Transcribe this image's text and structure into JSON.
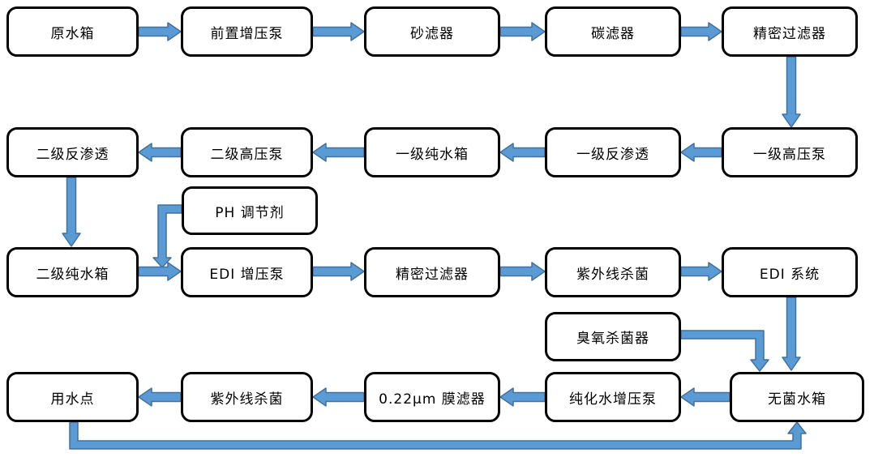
{
  "diagram": {
    "type": "flowchart",
    "description": "Water purification process flow",
    "nodes": [
      {
        "id": "raw-water-tank",
        "label": "原水箱"
      },
      {
        "id": "pre-booster-pump",
        "label": "前置增压泵"
      },
      {
        "id": "sand-filter",
        "label": "砂滤器"
      },
      {
        "id": "carbon-filter",
        "label": "碳滤器"
      },
      {
        "id": "precision-filter-1",
        "label": "精密过滤器"
      },
      {
        "id": "stage2-ro",
        "label": "二级反渗透"
      },
      {
        "id": "stage2-hp-pump",
        "label": "二级高压泵"
      },
      {
        "id": "stage1-pure-tank",
        "label": "一级纯水箱"
      },
      {
        "id": "stage1-ro",
        "label": "一级反渗透"
      },
      {
        "id": "stage1-hp-pump",
        "label": "一级高压泵"
      },
      {
        "id": "ph-adjuster",
        "label": "PH 调节剂"
      },
      {
        "id": "stage2-pure-tank",
        "label": "二级纯水箱"
      },
      {
        "id": "edi-booster-pump",
        "label": "EDI 增压泵"
      },
      {
        "id": "precision-filter-2",
        "label": "精密过滤器"
      },
      {
        "id": "uv-sterilizer-1",
        "label": "紫外线杀菌"
      },
      {
        "id": "edi-system",
        "label": "EDI 系统"
      },
      {
        "id": "ozone-sterilizer",
        "label": "臭氧杀菌器"
      },
      {
        "id": "use-point",
        "label": "用水点"
      },
      {
        "id": "uv-sterilizer-2",
        "label": "紫外线杀菌"
      },
      {
        "id": "membrane-filter",
        "label": "0.22μm 膜滤器"
      },
      {
        "id": "purified-booster-pump",
        "label": "纯化水增压泵"
      },
      {
        "id": "sterile-tank",
        "label": "无菌水箱"
      }
    ],
    "edges": [
      {
        "from": "raw-water-tank",
        "to": "pre-booster-pump"
      },
      {
        "from": "pre-booster-pump",
        "to": "sand-filter"
      },
      {
        "from": "sand-filter",
        "to": "carbon-filter"
      },
      {
        "from": "carbon-filter",
        "to": "precision-filter-1"
      },
      {
        "from": "precision-filter-1",
        "to": "stage1-hp-pump"
      },
      {
        "from": "stage1-hp-pump",
        "to": "stage1-ro"
      },
      {
        "from": "stage1-ro",
        "to": "stage1-pure-tank"
      },
      {
        "from": "stage1-pure-tank",
        "to": "stage2-hp-pump"
      },
      {
        "from": "stage2-hp-pump",
        "to": "stage2-ro"
      },
      {
        "from": "stage2-ro",
        "to": "stage2-pure-tank"
      },
      {
        "from": "ph-adjuster",
        "to": "edi-booster-pump"
      },
      {
        "from": "stage2-pure-tank",
        "to": "edi-booster-pump"
      },
      {
        "from": "edi-booster-pump",
        "to": "precision-filter-2"
      },
      {
        "from": "precision-filter-2",
        "to": "uv-sterilizer-1"
      },
      {
        "from": "uv-sterilizer-1",
        "to": "edi-system"
      },
      {
        "from": "edi-system",
        "to": "sterile-tank"
      },
      {
        "from": "ozone-sterilizer",
        "to": "sterile-tank"
      },
      {
        "from": "sterile-tank",
        "to": "purified-booster-pump"
      },
      {
        "from": "purified-booster-pump",
        "to": "membrane-filter"
      },
      {
        "from": "membrane-filter",
        "to": "uv-sterilizer-2"
      },
      {
        "from": "uv-sterilizer-2",
        "to": "use-point"
      },
      {
        "from": "use-point",
        "to": "sterile-tank"
      }
    ]
  },
  "colors": {
    "arrow_fill": "#5B9BD5",
    "arrow_stroke": "#41719C",
    "box_fill": "#FFFFFF",
    "box_border": "#000000",
    "text": "#000000",
    "background": "#FFFFFF"
  }
}
